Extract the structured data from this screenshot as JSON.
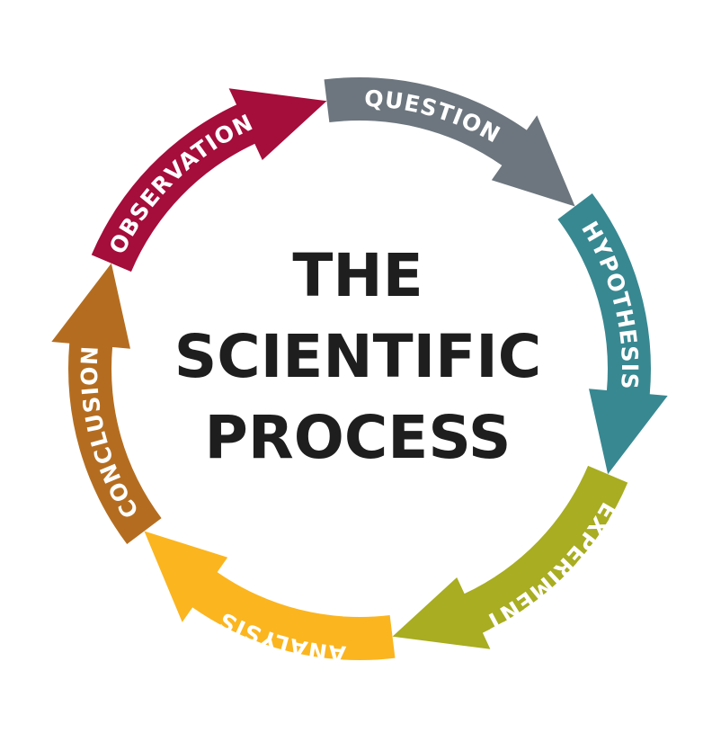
{
  "title": {
    "lines": [
      "THE",
      "SCIENTIFIC",
      "PROCESS"
    ]
  },
  "stages": [
    {
      "label": "OBSERVATION",
      "color": "#A50D3B"
    },
    {
      "label": "QUESTION",
      "color": "#6D767E"
    },
    {
      "label": "HYPOTHESIS",
      "color": "#388891"
    },
    {
      "label": "EXPERIMENT",
      "color": "#A8AD21"
    },
    {
      "label": "ANALYSIS",
      "color": "#FBB51F"
    },
    {
      "label": "CONCLUSION",
      "color": "#B46D20"
    }
  ]
}
